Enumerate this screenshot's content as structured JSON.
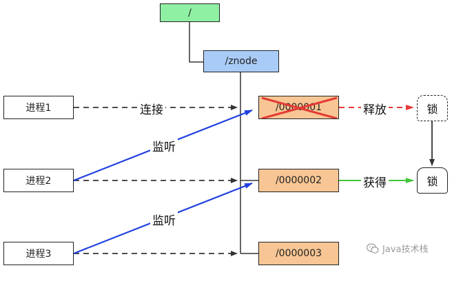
{
  "root_node": "/",
  "znode": "/znode",
  "processes": [
    "进程1",
    "进程2",
    "进程3"
  ],
  "sequence_nodes": [
    "/0000001",
    "/0000002",
    "/0000003"
  ],
  "labels": {
    "connect": "连接",
    "watch1": "监听",
    "watch2": "监听",
    "release": "释放",
    "acquire": "获得"
  },
  "locks": {
    "released": "锁",
    "acquired": "锁"
  },
  "watermark": "Java技术栈",
  "colors": {
    "root": "#8ff0a4",
    "znode": "#a9cbf7",
    "sequence": "#f7c694",
    "watch_arrow": "#1f3fe0",
    "release_arrow": "#e53935",
    "acquire_arrow": "#43c43a",
    "cross": "#e53935"
  }
}
